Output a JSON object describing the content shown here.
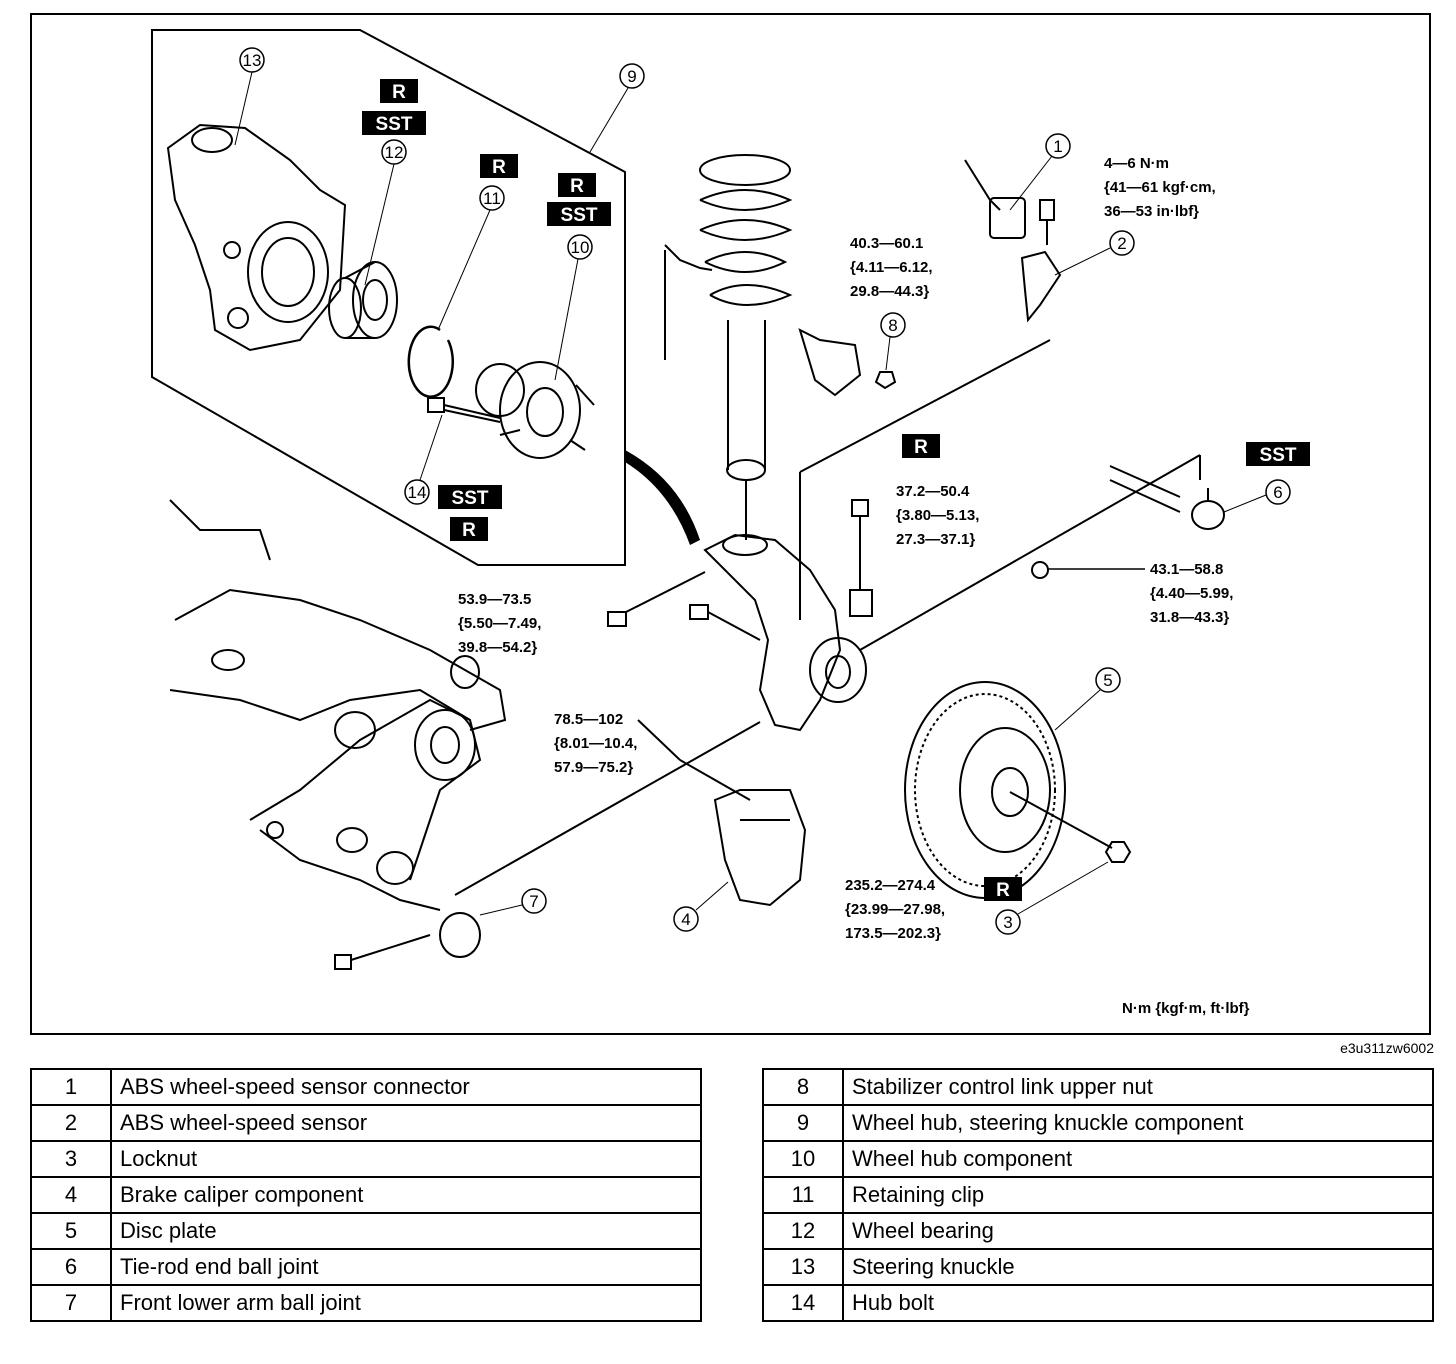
{
  "figure_id": "e3u311zw6002",
  "units_note": "N·m {kgf·m, ft·lbf}",
  "badges": {
    "r": "R",
    "sst": "SST"
  },
  "callouts": [
    "1",
    "2",
    "3",
    "4",
    "5",
    "6",
    "7",
    "8",
    "9",
    "10",
    "11",
    "12",
    "13",
    "14"
  ],
  "torques": {
    "t1": [
      "4—6 N·m",
      "{41—61 kgf·cm,",
      "36—53 in·lbf}"
    ],
    "t8": [
      "40.3—60.1",
      "{4.11—6.12,",
      "29.8—44.3}"
    ],
    "t6": [
      "37.2—50.4",
      "{3.80—5.13,",
      "27.3—37.1}"
    ],
    "t6b": [
      "43.1—58.8",
      "{4.40—5.99,",
      "31.8—43.3}"
    ],
    "tcal": [
      "53.9—73.5",
      "{5.50—7.49,",
      "39.8—54.2}"
    ],
    "tarm": [
      "78.5—102",
      "{8.01—10.4,",
      "57.9—75.2}"
    ],
    "t3": [
      "235.2—274.4",
      "{23.99—27.98,",
      "173.5—202.3}"
    ]
  },
  "legend_left": [
    {
      "num": "1",
      "label": "ABS wheel-speed sensor connector"
    },
    {
      "num": "2",
      "label": "ABS wheel-speed sensor"
    },
    {
      "num": "3",
      "label": "Locknut"
    },
    {
      "num": "4",
      "label": "Brake caliper component"
    },
    {
      "num": "5",
      "label": "Disc plate"
    },
    {
      "num": "6",
      "label": "Tie-rod end ball joint"
    },
    {
      "num": "7",
      "label": "Front lower arm ball joint"
    }
  ],
  "legend_right": [
    {
      "num": "8",
      "label": "Stabilizer control link upper nut"
    },
    {
      "num": "9",
      "label": "Wheel hub, steering knuckle component"
    },
    {
      "num": "10",
      "label": "Wheel hub component"
    },
    {
      "num": "11",
      "label": "Retaining clip"
    },
    {
      "num": "12",
      "label": "Wheel bearing"
    },
    {
      "num": "13",
      "label": "Steering knuckle"
    },
    {
      "num": "14",
      "label": "Hub bolt"
    }
  ]
}
